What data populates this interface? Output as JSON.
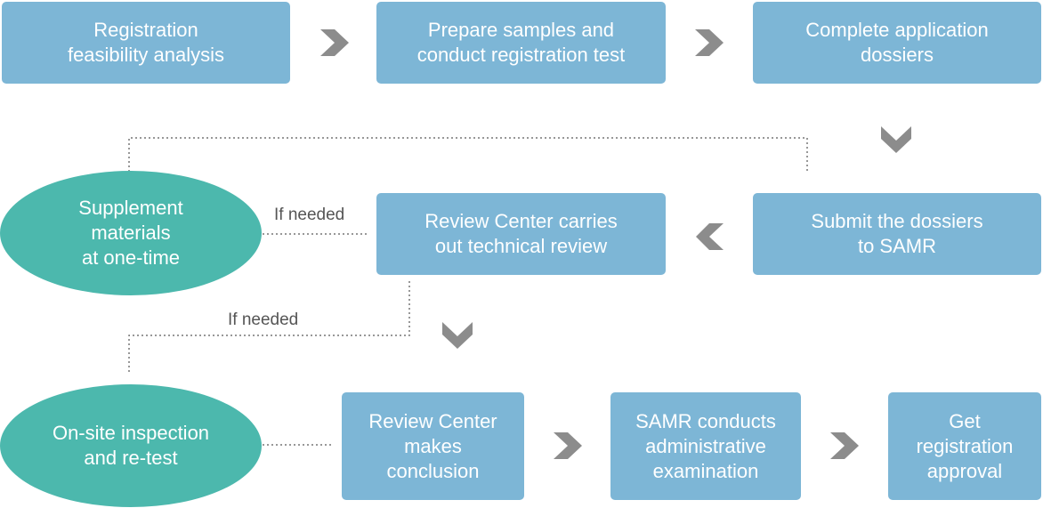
{
  "steps": {
    "feasibility": "Registration\nfeasibility analysis",
    "prepare": "Prepare samples and\nconduct registration test",
    "complete": "Complete application\ndossiers",
    "submit": "Submit the dossiers\nto SAMR",
    "review": "Review Center carries\nout technical review",
    "conclusion": "Review Center\nmakes\nconclusion",
    "samr_exam": "SAMR conducts\nadministrative\nexamination",
    "approval": "Get\nregistration\napproval"
  },
  "branches": {
    "supplement": "Supplement\nmaterials\nat one-time",
    "inspection": "On-site inspection\nand re-test"
  },
  "labels": {
    "if_needed_1": "If needed",
    "if_needed_2": "If needed"
  },
  "colors": {
    "step_box": "#7db6d6",
    "branch_oval": "#4cb8ad",
    "arrow": "#8c8c8c"
  }
}
